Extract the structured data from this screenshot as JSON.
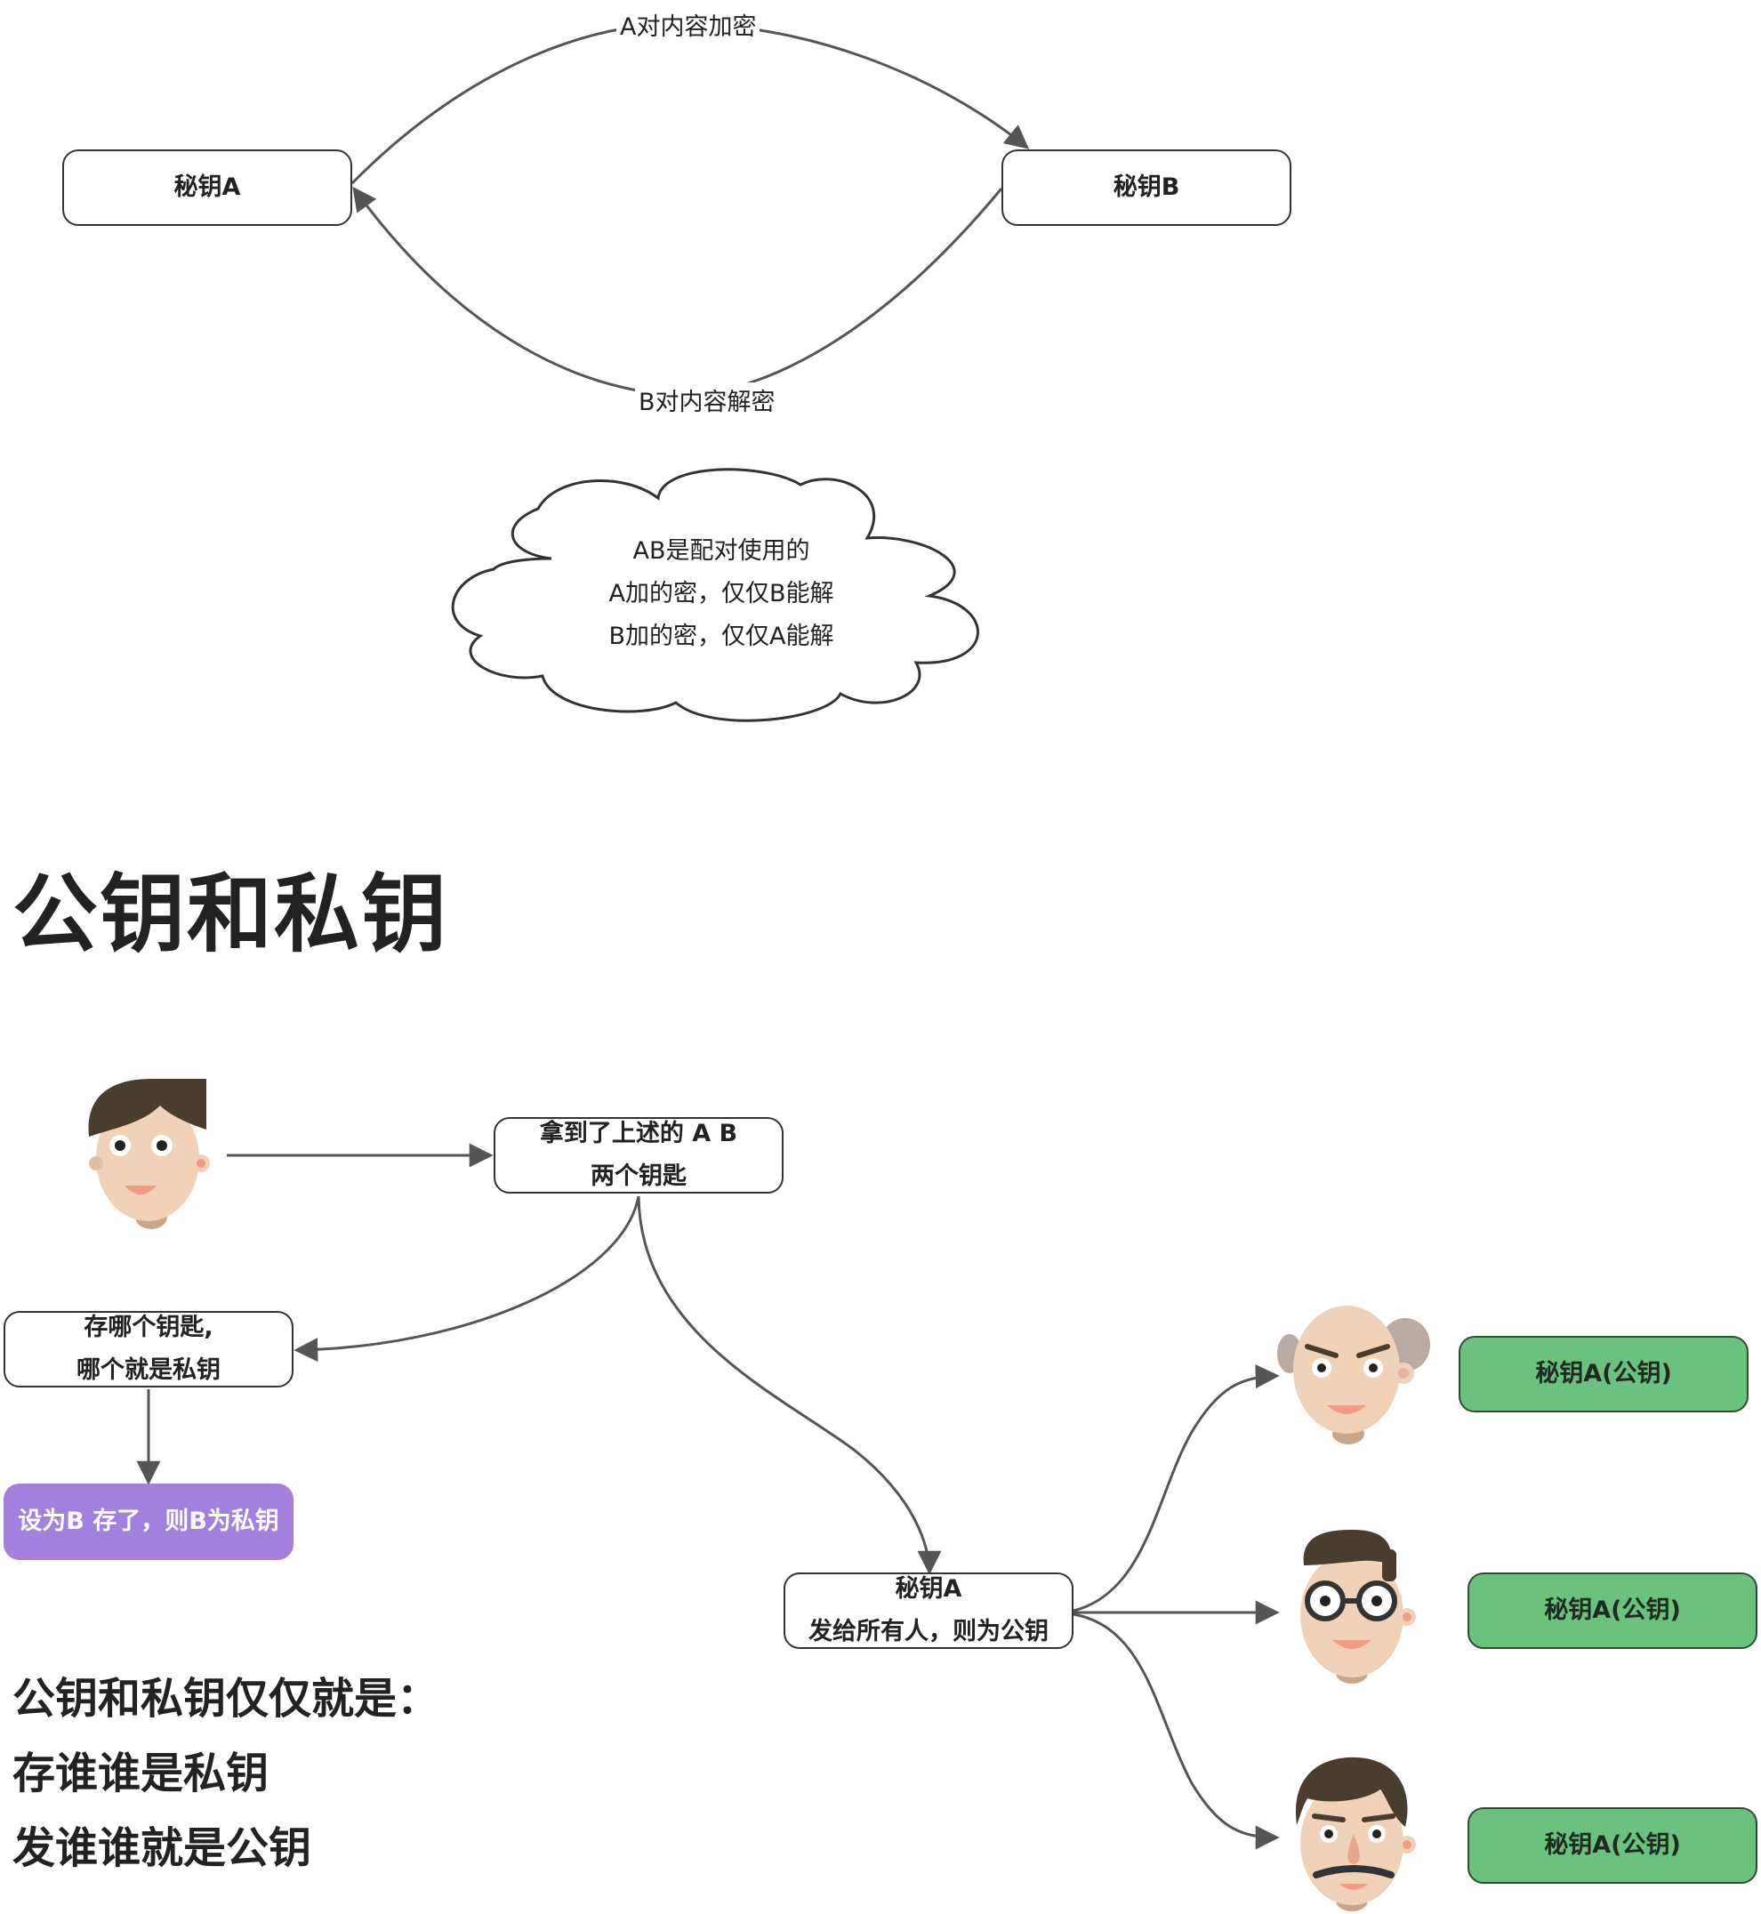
{
  "top_diagram": {
    "key_a": "秘钥A",
    "key_b": "秘钥B",
    "edge_top": "A对内容加密",
    "edge_bottom": "B对内容解密",
    "cloud_lines": [
      "AB是配对使用的",
      "A加的密，仅仅B能解",
      "B加的密，仅仅A能解"
    ]
  },
  "section_title": "公钥和私钥",
  "flow": {
    "got_keys_line1": "拿到了上述的 A B",
    "got_keys_line2": "两个钥匙",
    "store_line1": "存哪个钥匙,",
    "store_line2": "哪个就是私钥",
    "purple_note": "设为B 存了，则B为私钥",
    "send_line1": "秘钥A",
    "send_line2": "发给所有人，则为公钥",
    "public_key_labels": [
      "秘钥A(公钥)",
      "秘钥A(公钥)",
      "秘钥A(公钥)"
    ]
  },
  "summary_lines": [
    "公钥和私钥仅仅就是：",
    "存谁谁是私钥",
    "发谁谁就是公钥"
  ],
  "colors": {
    "purple": "#a480de",
    "green": "#6bc17e",
    "line": "#555555",
    "skin": "#f0d2b8",
    "hair": "#4a3d2e"
  }
}
